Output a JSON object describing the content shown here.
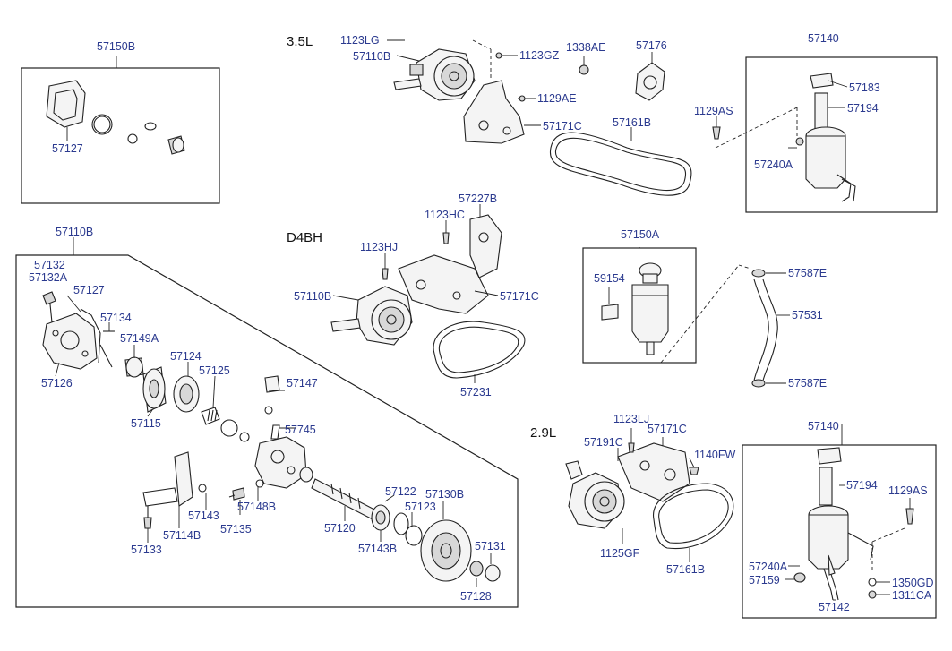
{
  "engines": {
    "e35": "3.5L",
    "d4bh": "D4BH",
    "e29": "2.9L"
  },
  "labels": {
    "l57150B": "57150B",
    "l57127a": "57127",
    "l1123LG": "1123LG",
    "l57110Ba": "57110B",
    "l1123GZ": "1123GZ",
    "l1338AE": "1338AE",
    "l57176": "57176",
    "l1129AEa": "1129AE",
    "l57171Ca": "57171C",
    "l57161Ba": "57161B",
    "l57140a": "57140",
    "l57183": "57183",
    "l57194a": "57194",
    "l1129ASa": "1129AS",
    "l57240Aa": "57240A",
    "l57227B": "57227B",
    "l1123HC": "1123HC",
    "l1123HJ": "1123HJ",
    "l57110Bb": "57110B",
    "l57171Cb": "57171C",
    "l57231": "57231",
    "l57150A": "57150A",
    "l59154": "59154",
    "l57587Ea": "57587E",
    "l57531": "57531",
    "l57587Eb": "57587E",
    "l57110Bc": "57110B",
    "l57132": "57132",
    "l57132A": "57132A",
    "l57127b": "57127",
    "l57134": "57134",
    "l57149A": "57149A",
    "l57126": "57126",
    "l57124": "57124",
    "l57125": "57125",
    "l57147": "57147",
    "l57115": "57115",
    "l57745": "57745",
    "l57143": "57143",
    "l57148B": "57148B",
    "l57135": "57135",
    "l57114B": "57114B",
    "l57133": "57133",
    "l57120": "57120",
    "l57122": "57122",
    "l57130B": "57130B",
    "l57123": "57123",
    "l57143B": "57143B",
    "l57131": "57131",
    "l57128": "57128",
    "l1123LJ": "1123LJ",
    "l57191C": "57191C",
    "l57171Cc": "57171C",
    "l1140FW": "1140FW",
    "l1125GF": "1125GF",
    "l57161Bb": "57161B",
    "l57140b": "57140",
    "l57194b": "57194",
    "l1129ASb": "1129AS",
    "l57240Ab": "57240A",
    "l57159": "57159",
    "l1350GD": "1350GD",
    "l1311CA": "1311CA",
    "l57142": "57142"
  },
  "colors": {
    "label": "#2b3a8f",
    "line": "#222222"
  }
}
